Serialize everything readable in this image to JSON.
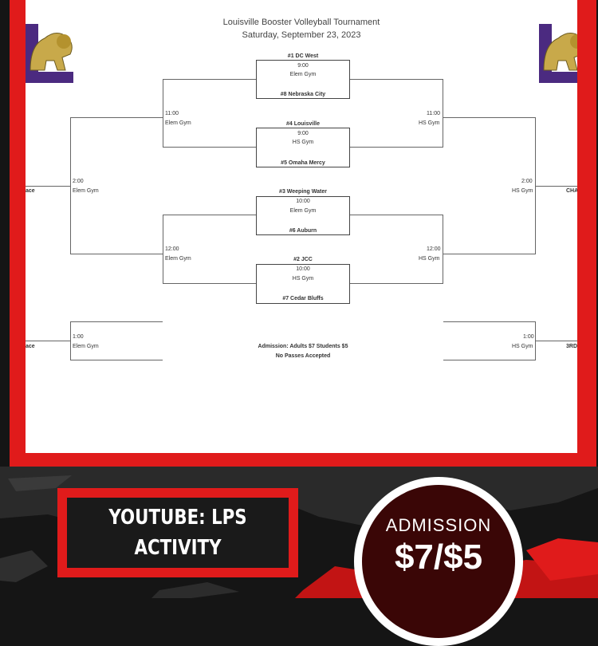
{
  "colors": {
    "accent": "#e01b1b",
    "background": "#151515",
    "circle": "#3a0606"
  },
  "bracket": {
    "title": "Louisville Booster Volleyball Tournament",
    "date": "Saturday, September 23, 2023",
    "games": [
      {
        "top": "#1 DC West",
        "time": "9:00",
        "venue": "Elem Gym",
        "bottom": "#8 Nebraska City"
      },
      {
        "top": "#4 Louisville",
        "time": "9:00",
        "venue": "HS Gym",
        "bottom": "#5 Omaha Mercy"
      },
      {
        "top": "#3 Weeping Water",
        "time": "10:00",
        "venue": "Elem Gym",
        "bottom": "#6 Auburn"
      },
      {
        "top": "#2 JCC",
        "time": "10:00",
        "venue": "HS Gym",
        "bottom": "#7 Cedar Bluffs"
      }
    ],
    "rounds": {
      "left_top": {
        "time": "11:00",
        "venue": "Elem Gym"
      },
      "left_bottom": {
        "time": "12:00",
        "venue": "Elem Gym"
      },
      "right_top": {
        "time": "11:00",
        "venue": "HS Gym"
      },
      "right_bottom": {
        "time": "12:00",
        "venue": "HS Gym"
      },
      "left_final": {
        "time": "2:00",
        "venue": "Elem Gym",
        "label": "ace"
      },
      "right_final": {
        "time": "2:00",
        "venue": "HS Gym",
        "label": "CHA"
      },
      "left_lower": {
        "time": "1:00",
        "venue": "Elem Gym",
        "label": "ace"
      },
      "right_lower": {
        "time": "1:00",
        "venue": "HS Gym",
        "label": "3RD"
      }
    },
    "admission_line": "Admission: Adults $7   Students $5",
    "passes_line": "No Passes Accepted"
  },
  "stream": {
    "line1": "YOUTUBE: LPS",
    "line2": "ACTIVITY"
  },
  "admission": {
    "label": "ADMISSION",
    "price": "$7/$5"
  },
  "logos": [
    {
      "icon": "lion-logo-icon"
    },
    {
      "icon": "lion-logo-icon"
    }
  ]
}
